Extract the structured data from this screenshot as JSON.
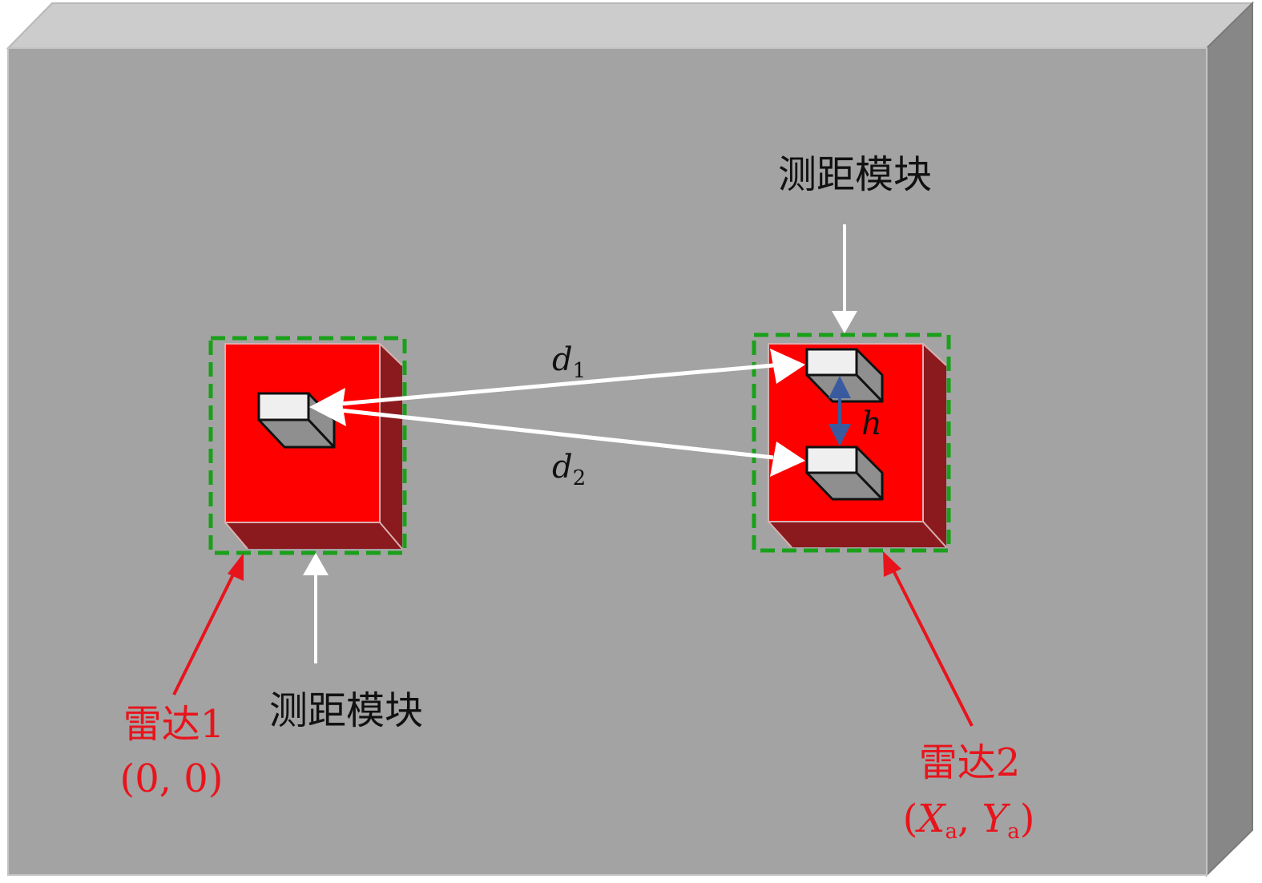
{
  "colors": {
    "panel_face": "#a3a3a3",
    "panel_top": "#cccccc",
    "panel_side": "#878787",
    "radar_face": "#ff0000",
    "radar_side": "#8b1a1f",
    "dashed_box": "#1aa01a",
    "module_face": "#efefef",
    "module_side": "#8f8f8f",
    "signal_arrow": "#ffffff",
    "red_label": "#e8141c",
    "height_arrow": "#3a5aa0"
  },
  "labels": {
    "module_top": "测距模块",
    "module_bottom": "测距模块",
    "radar1_name": "雷达1",
    "radar1_coord": "(0, 0)",
    "radar2_name": "雷达2",
    "radar2_coord_open": "(",
    "radar2_coord_x": "X",
    "radar2_coord_x_sub": "a",
    "radar2_coord_sep": ", ",
    "radar2_coord_y": "Y",
    "radar2_coord_y_sub": "a",
    "radar2_coord_close": ")",
    "d1": "d",
    "d1_sub": "1",
    "d2": "d",
    "d2_sub": "2",
    "h": "h"
  },
  "icons": {
    "radar1": "radar-box-icon",
    "radar2": "radar-box-icon",
    "module": "ranging-module-icon"
  }
}
